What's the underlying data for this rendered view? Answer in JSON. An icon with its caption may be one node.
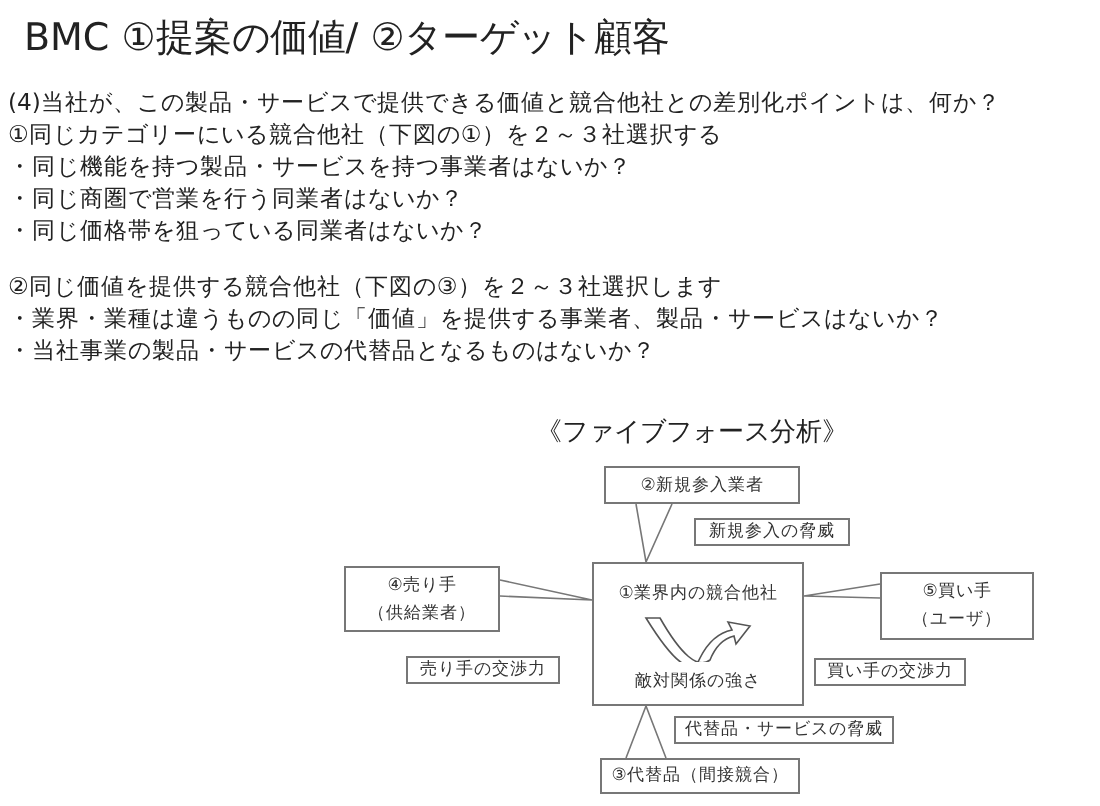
{
  "diagram": {
    "title": "BMC ①提案の価値/ ②ターゲット顧客",
    "nodes": [
      {
        "text": [
          "①業界内の競合他社",
          "敵対関係の強さ"
        ]
      },
      {
        "text": [
          "②新規参入業者"
        ]
      },
      {
        "text": [
          "④売り手",
          "（供給業者）"
        ]
      },
      {
        "text": [
          "⑤買い手",
          "（ユーザ）"
        ]
      },
      {
        "text": [
          "③代替品（間接競合）"
        ]
      },
      {
        "text": [
          "新規参入の脅威"
        ]
      },
      {
        "text": [
          "売り手の交渉力"
        ]
      },
      {
        "text": [
          "買い手の交渉力"
        ]
      },
      {
        "text": [
          "代替品・サービスの脅威"
        ]
      }
    ],
    "edges": [
      {
        "from": 1,
        "to": 0,
        "arrow": "none"
      },
      {
        "from": 2,
        "to": 0,
        "arrow": "none"
      },
      {
        "from": 3,
        "to": 0,
        "arrow": "none"
      },
      {
        "from": 4,
        "to": 0,
        "arrow": "none"
      }
    ],
    "labels": [
      "(4)当社が、この製品・サービスで提供できる価値と競合他社との差別化ポイントは、何か？",
      "①同じカテゴリーにいる競合他社（下図の①）を２～３社選択する",
      "・同じ機能を持つ製品・サービスを持つ事業者はないか？",
      "・同じ商圏で営業を行う同業者はないか？",
      "・同じ価格帯を狙っている同業者はないか？",
      "②同じ価値を提供する競合他社（下図の③）を２～３社選択します",
      "・業界・業種は違うものの同じ「価値」を提供する事業者、製品・サービスはないか？",
      "・当社事業の製品・サービスの代替品となるものはないか？",
      "《ファイブフォース分析》"
    ]
  }
}
